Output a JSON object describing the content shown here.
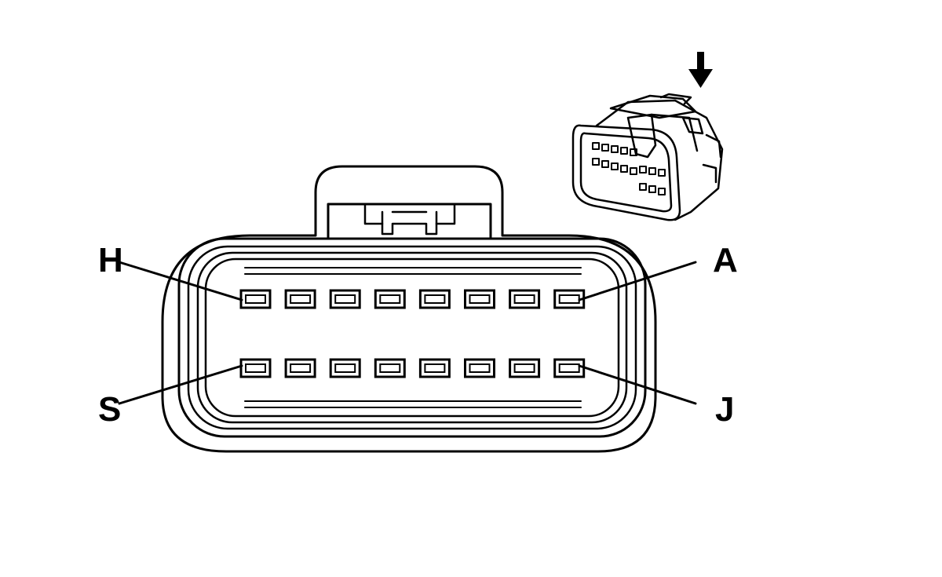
{
  "diagram": {
    "pin_labels": {
      "top_left": "H",
      "top_right": "A",
      "bottom_left": "S",
      "bottom_right": "J"
    },
    "rows": [
      {
        "row": "top",
        "pin_count": 8
      },
      {
        "row": "bottom",
        "pin_count": 8
      }
    ],
    "inset_view": "connector-isometric",
    "indicator": "down-arrow-icon",
    "colors": {
      "line": "#000000",
      "background": "#ffffff"
    }
  }
}
